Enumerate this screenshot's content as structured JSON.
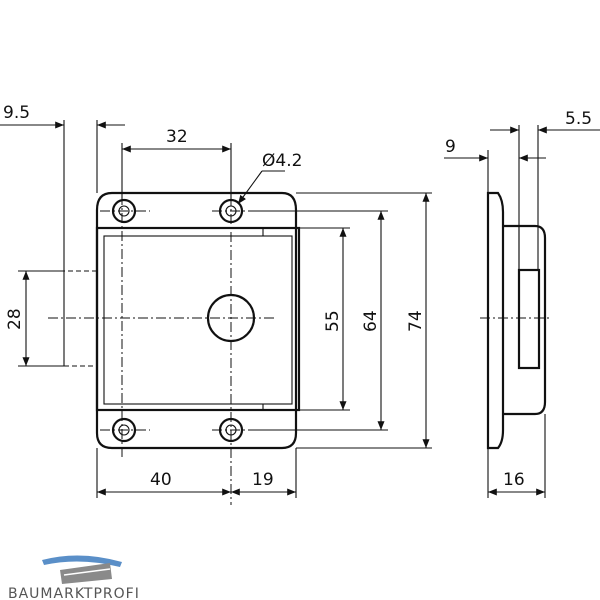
{
  "drawing": {
    "dim_9_5": "9.5",
    "dim_32": "32",
    "dim_dia": "Ø4.2",
    "dim_28": "28",
    "dim_55": "55",
    "dim_64": "64",
    "dim_74": "74",
    "dim_40": "40",
    "dim_19": "19",
    "dim_9": "9",
    "dim_5_5": "5.5",
    "dim_16": "16"
  },
  "brand": {
    "name": "BAUMARKTPROFI",
    "colors": {
      "blue": "#5a8fc8",
      "grey": "#8a8a8a",
      "text": "#555555"
    },
    "icon": "roof-logo-icon"
  }
}
